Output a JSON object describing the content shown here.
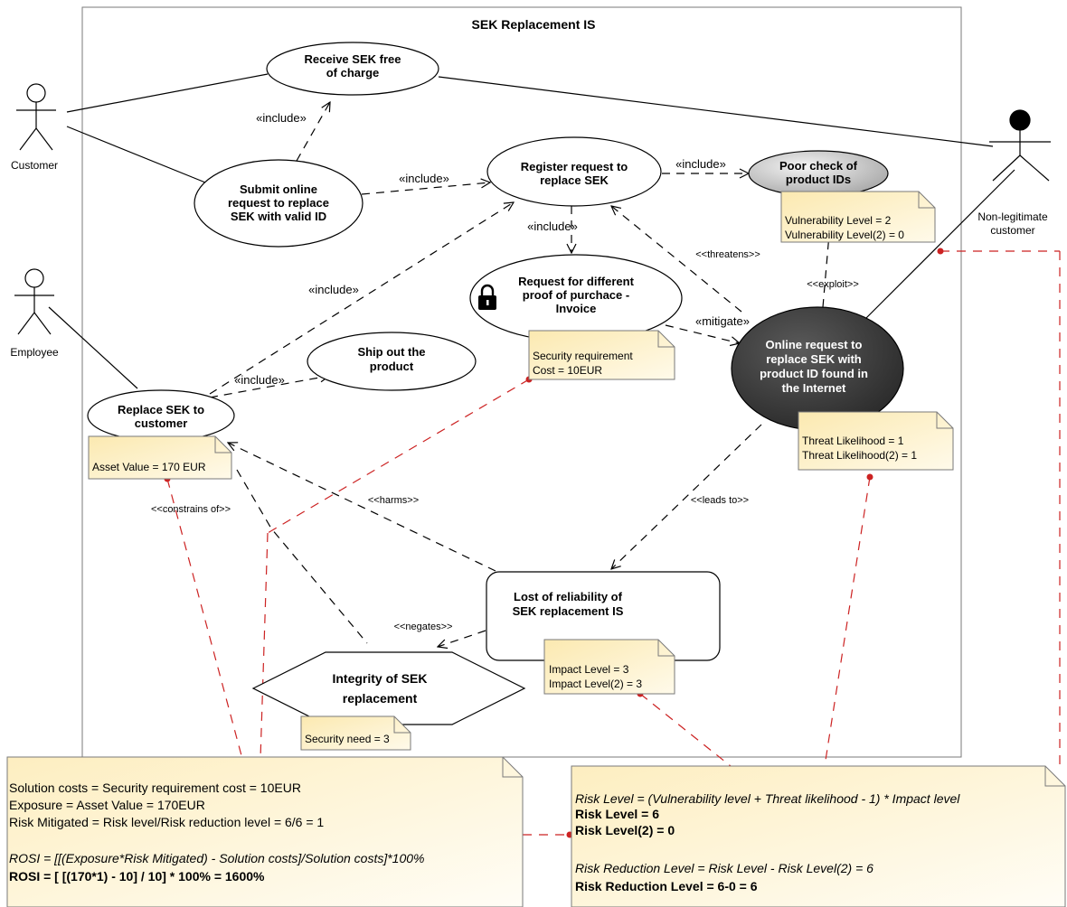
{
  "system": {
    "title": "SEK Replacement IS"
  },
  "actors": {
    "customer": "Customer",
    "employee": "Employee",
    "nonlegit_line1": "Non-legitimate",
    "nonlegit_line2": "customer"
  },
  "usecases": {
    "receive": [
      "Receive SEK free",
      "of charge"
    ],
    "submit": [
      "Submit online",
      "request to replace",
      "SEK with valid ID"
    ],
    "register": [
      "Register request to",
      "replace SEK"
    ],
    "poor": [
      "Poor check of",
      "product IDs"
    ],
    "request_proof": [
      "Request for different",
      "proof of purchace -",
      "Invoice"
    ],
    "ship": [
      "Ship out the",
      "product"
    ],
    "replace": [
      "Replace SEK to",
      "customer"
    ],
    "online_threat": [
      "Online request to",
      "replace SEK with",
      "product ID found in",
      "the Internet"
    ],
    "lost": [
      "Lost of reliability of",
      "SEK replacement IS"
    ],
    "integrity": [
      "Integrity of SEK",
      "replacement"
    ]
  },
  "relations": {
    "include1": "«include»",
    "include2": "«include»",
    "include3": "«include»",
    "include4": "«include»",
    "include5": "«include»",
    "include6": "«include»",
    "threatens": "<<threatens>>",
    "exploit": "<<exploit>>",
    "mitigate": "«mitigate»",
    "leads_to": "<<leads to>>",
    "harms": "<<harms>>",
    "constrains": "<<constrains of>>",
    "negates": "<<negates>>"
  },
  "notes": {
    "vulnerability": [
      "Vulnerability Level = 2",
      "Vulnerability Level(2) = 0"
    ],
    "security_req": [
      "Security requirement",
      "Cost = 10EUR"
    ],
    "asset": [
      "Asset Value = 170 EUR"
    ],
    "threat": [
      "Threat Likelihood = 1",
      "Threat Likelihood(2) = 1"
    ],
    "impact": [
      "Impact Level = 3",
      "Impact Level(2) = 3"
    ],
    "security_need": [
      "Security need = 3"
    ]
  },
  "rosi_note": {
    "line1": "Solution costs = Security requirement cost = 10EUR",
    "line2": "Exposure = Asset Value = 170EUR",
    "line3": "Risk Mitigated = Risk level/Risk reduction level = 6/6 = 1",
    "line4": "ROSI = [[(Exposure*Risk Mitigated) - Solution costs]/Solution costs]*100%",
    "line5": "ROSI = [ [(170*1) - 10] / 10] * 100% = 1600%"
  },
  "risk_note": {
    "line1": "Risk Level = (Vulnerability level + Threat likelihood - 1) * Impact level",
    "line2": "Risk Level = 6",
    "line3": "Risk Level(2) = 0",
    "line4": "Risk Reduction Level = Risk Level - Risk Level(2) = 6",
    "line5": "Risk Reduction Level = 6-0 = 6"
  },
  "colors": {
    "note_fill": "#fdf3cf",
    "threat_fill": "#3a3a3a",
    "vuln_fill": "#c8c8c8",
    "red_dash": "#cc2222"
  }
}
